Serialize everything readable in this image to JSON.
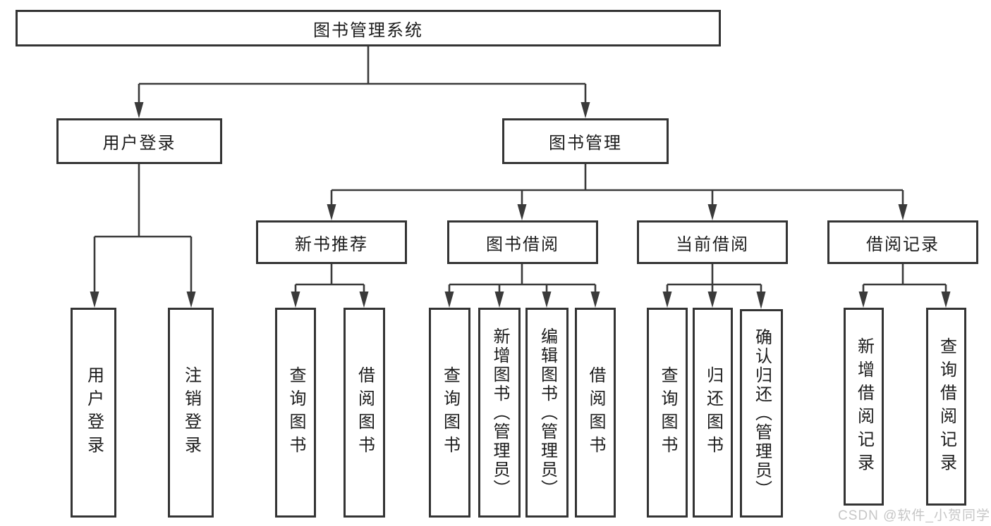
{
  "diagram": {
    "watermark": "CSDN @软件_小贺同学",
    "colors": {
      "line": "#3a3a3a",
      "box_border": "#343434",
      "box_fill": "#ffffff",
      "text": "#1c1c1c",
      "watermark": "#c6c6c6"
    },
    "nodes": {
      "root": {
        "label": "图书管理系统"
      },
      "level2": [
        {
          "label": "用户登录"
        },
        {
          "label": "图书管理"
        }
      ],
      "level3": [
        {
          "label": "新书推荐"
        },
        {
          "label": "图书借阅"
        },
        {
          "label": "当前借阅"
        },
        {
          "label": "借阅记录"
        }
      ],
      "leaves": {
        "user_login": [
          "用户登录",
          "注销登录"
        ],
        "new_book_rec": [
          "查询图书",
          "借阅图书"
        ],
        "book_borrow": [
          "查询图书",
          "新增图书（管理员）",
          "编辑图书（管理员）",
          "借阅图书"
        ],
        "current_borrow": [
          "查询图书",
          "归还图书",
          "确认归还（管理员）"
        ],
        "borrow_records": [
          "新增借阅记录",
          "查询借阅记录"
        ]
      }
    }
  }
}
